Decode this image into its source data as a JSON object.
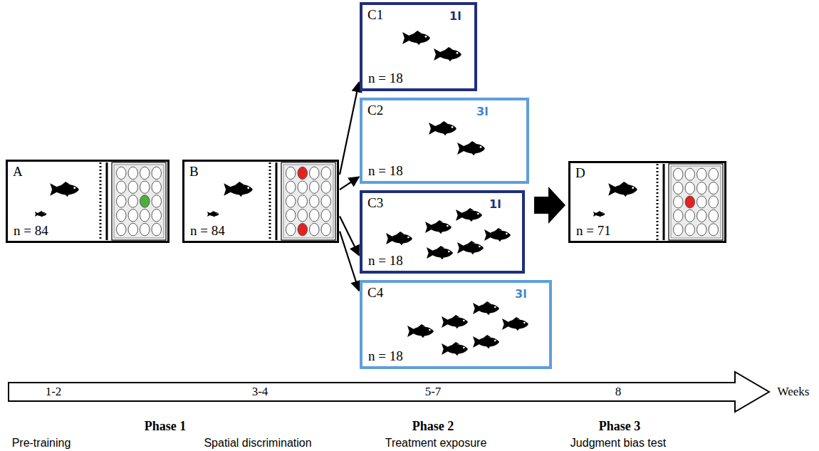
{
  "diagram": {
    "nodes": [
      {
        "text": [
          "A",
          "n = 84"
        ]
      },
      {
        "text": [
          "B",
          "n = 84"
        ]
      },
      {
        "text": [
          "C1",
          "1l",
          "n = 18"
        ]
      },
      {
        "text": [
          "C2",
          "3l",
          "n = 18"
        ]
      },
      {
        "text": [
          "C3",
          "1l",
          "n = 18"
        ]
      },
      {
        "text": [
          "C4",
          "3l",
          "n = 18"
        ]
      },
      {
        "text": [
          "D",
          "n = 71"
        ]
      }
    ],
    "edges": [
      {
        "from": 1,
        "to": 2,
        "arrow": "to"
      },
      {
        "from": 1,
        "to": 3,
        "arrow": "to"
      },
      {
        "from": 1,
        "to": 4,
        "arrow": "to"
      },
      {
        "from": 1,
        "to": 5,
        "arrow": "to"
      }
    ],
    "labels": [
      "1-2",
      "3-4",
      "5-7",
      "8",
      "Weeks",
      "Phase 1",
      "Phase 2",
      "Phase 3",
      "Pre-training",
      "Spatial discrimination",
      "Treatment exposure",
      "Judgment bias test"
    ]
  }
}
